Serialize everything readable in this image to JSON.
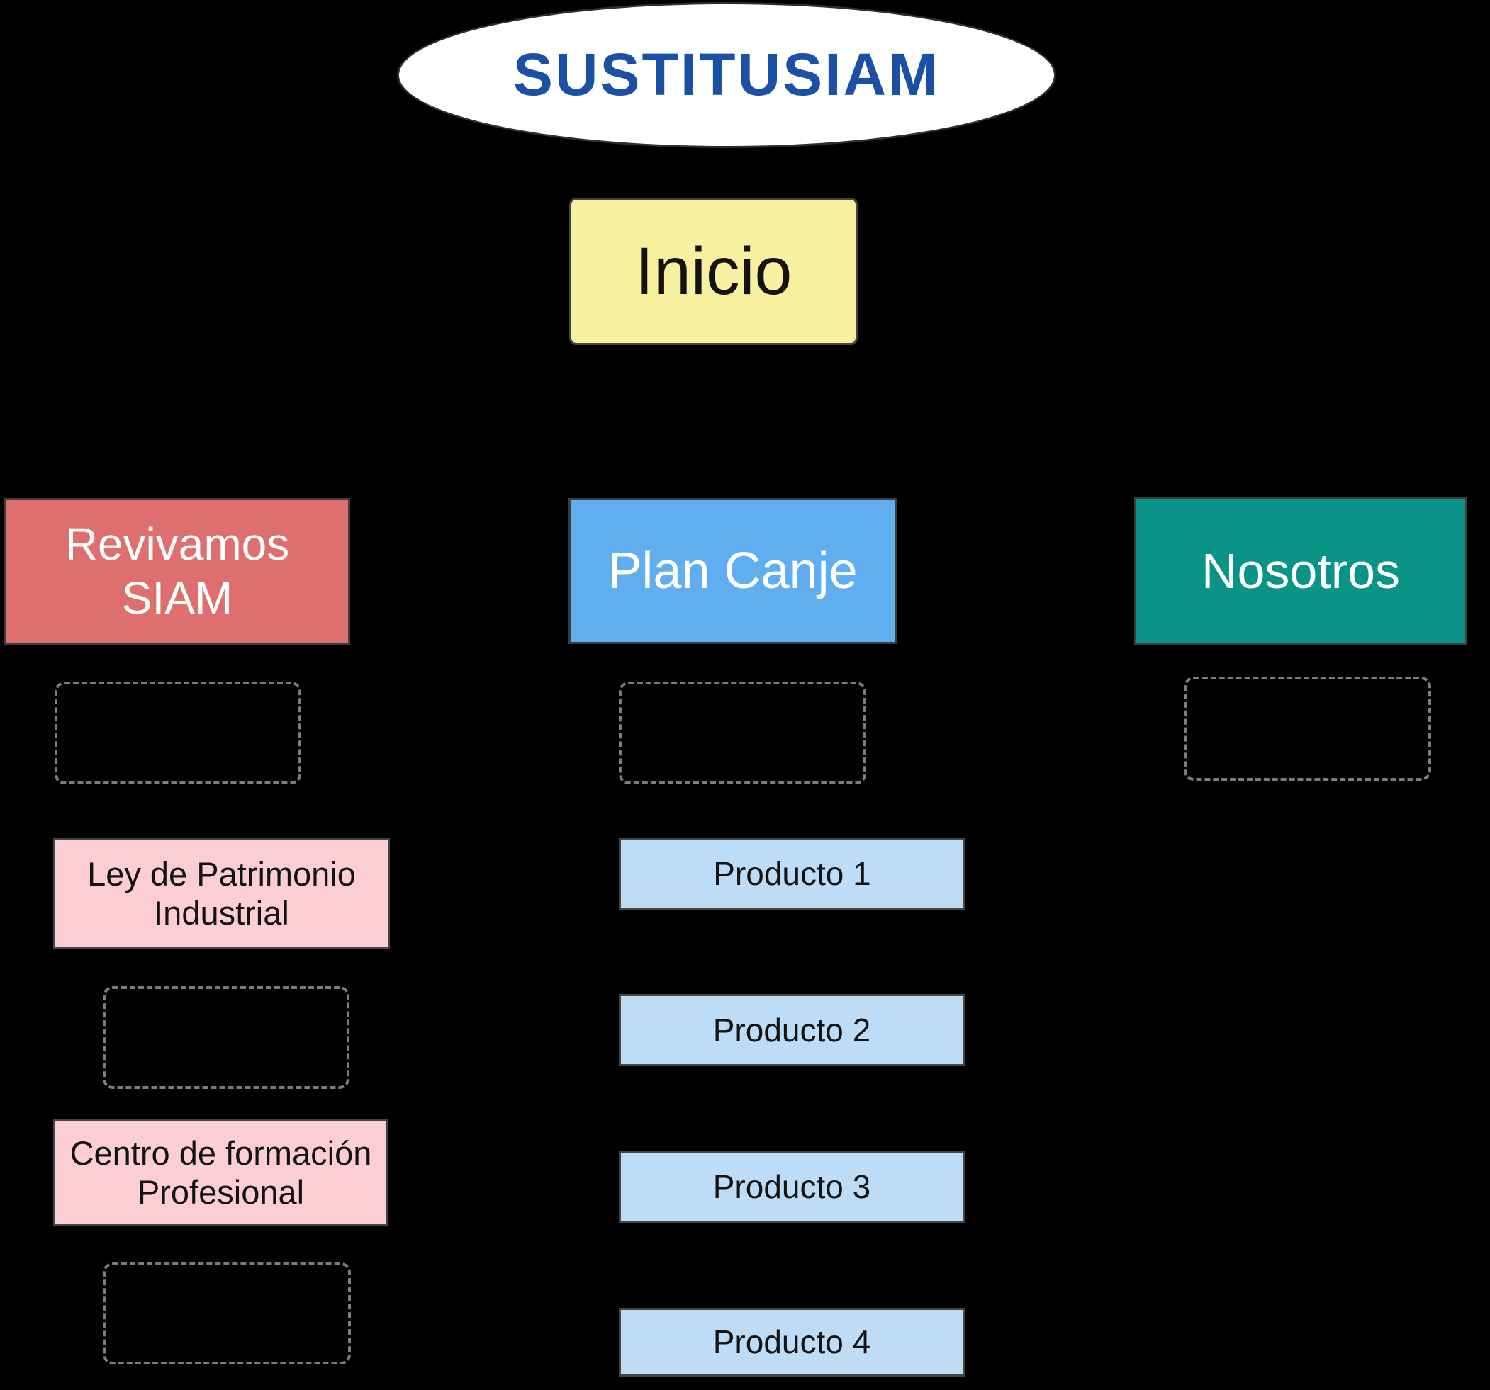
{
  "background_color": "#000000",
  "root_node": {
    "label": "SUSTITUSIAM",
    "shape": "ellipse",
    "fill": "#FFFFFF",
    "text_color": "#1B51A4"
  },
  "home_node": {
    "label": "Inicio",
    "fill": "#F7F09F",
    "text_color": "#131313"
  },
  "placeholder_border_color": "#7D7D7D",
  "connector_color": "#000000",
  "sections": [
    {
      "header": {
        "label": "Revivamos\nSIAM",
        "fill": "#DD6F6F",
        "text_color": "#FFFFFF"
      },
      "items": [
        {
          "kind": "placeholder",
          "label": ""
        },
        {
          "kind": "page",
          "label": "Ley de Patrimonio\nIndustrial",
          "fill": "#FBCED4",
          "text_color": "#131313"
        },
        {
          "kind": "placeholder",
          "label": ""
        },
        {
          "kind": "page",
          "label": "Centro de formación\nProfesional",
          "fill": "#FBCED4",
          "text_color": "#131313"
        },
        {
          "kind": "placeholder",
          "label": ""
        }
      ]
    },
    {
      "header": {
        "label": "Plan Canje",
        "fill": "#60AEEF",
        "text_color": "#FFFFFF"
      },
      "items": [
        {
          "kind": "placeholder",
          "label": ""
        },
        {
          "kind": "page",
          "label": "Producto 1",
          "fill": "#BDDCF5",
          "text_color": "#131313"
        },
        {
          "kind": "page",
          "label": "Producto 2",
          "fill": "#BDDCF5",
          "text_color": "#131313"
        },
        {
          "kind": "page",
          "label": "Producto 3",
          "fill": "#BDDCF5",
          "text_color": "#131313"
        },
        {
          "kind": "page",
          "label": "Producto 4",
          "fill": "#BDDCF5",
          "text_color": "#131313"
        }
      ]
    },
    {
      "header": {
        "label": "Nosotros",
        "fill": "#0A9488",
        "text_color": "#FFFFFF"
      },
      "items": [
        {
          "kind": "placeholder",
          "label": ""
        }
      ]
    }
  ]
}
